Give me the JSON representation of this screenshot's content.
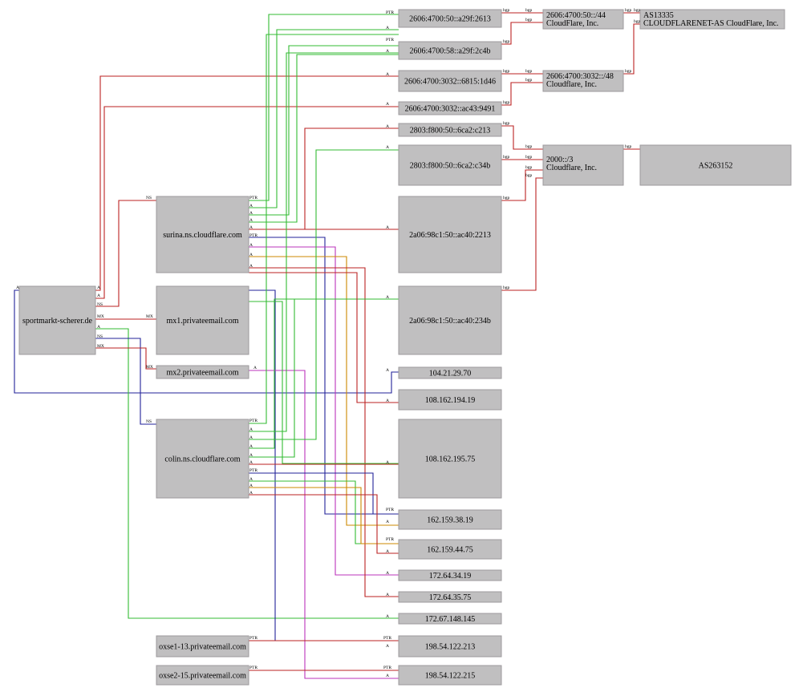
{
  "colors": {
    "box_fill": "#c0bfc0",
    "box_stroke": "#9c9a9c",
    "green": "#33bb33",
    "red": "#bb2222",
    "blue": "#222299",
    "magenta": "#bb33bb",
    "orange": "#cc8800",
    "background": "#ffffff",
    "label": "#000000"
  },
  "nodes": {
    "root": {
      "label": "sportmarkt-scherer.de"
    },
    "ns1": {
      "label": "surina.ns.cloudflare.com"
    },
    "mx1": {
      "label": "mx1.privateemail.com"
    },
    "mx2": {
      "label": "mx2.privateemail.com"
    },
    "ns2": {
      "label": "colin.ns.cloudflare.com"
    },
    "oxse1": {
      "label": "oxse1-13.privateemail.com"
    },
    "oxse2": {
      "label": "oxse2-15.privateemail.com"
    },
    "v6a": {
      "label": "2606:4700:50::a29f:2613"
    },
    "v6b": {
      "label": "2606:4700:58::a29f:2c4b"
    },
    "v6c": {
      "label": "2606:4700:3032::6815:1d46"
    },
    "v6d": {
      "label": "2606:4700:3032::ac43:9491"
    },
    "v6e": {
      "label": "2803:f800:50::6ca2:c213"
    },
    "v6f": {
      "label": "2803:f800:50::6ca2:c34b"
    },
    "v6g": {
      "label": "2a06:98c1:50::ac40:2213"
    },
    "v6h": {
      "label": "2a06:98c1:50::ac40:234b"
    },
    "v4a": {
      "label": "104.21.29.70"
    },
    "v4b": {
      "label": "108.162.194.19"
    },
    "v4c": {
      "label": "108.162.195.75"
    },
    "v4d": {
      "label": "162.159.38.19"
    },
    "v4e": {
      "label": "162.159.44.75"
    },
    "v4f": {
      "label": "172.64.34.19"
    },
    "v4g": {
      "label": "172.64.35.75"
    },
    "v4h": {
      "label": "172.67.148.145"
    },
    "v4i": {
      "label": "198.54.122.213"
    },
    "v4j": {
      "label": "198.54.122.215"
    },
    "pfx1": {
      "label": "2606:4700:50::/44",
      "label2": "CloudFlare, Inc."
    },
    "pfx2": {
      "label": "2606:4700:3032::/48",
      "label2": "Cloudflare, Inc."
    },
    "pfx3": {
      "label": "2000::/3",
      "label2": "Cloudflare, Inc."
    },
    "as1": {
      "label": "AS13335",
      "label2": "CLOUDFLARENET-AS CloudFlare, Inc."
    },
    "as2": {
      "label": "AS263152"
    }
  },
  "edge_labels": {
    "ptr": "PTR",
    "a": "A",
    "ns": "NS",
    "mx": "MX",
    "bgp": "bgp"
  }
}
